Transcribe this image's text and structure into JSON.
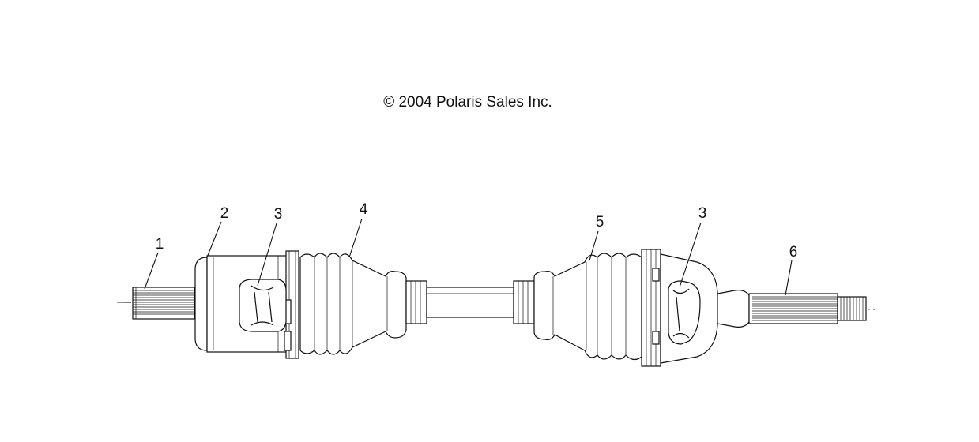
{
  "copyright": "© 2004 Polaris Sales Inc.",
  "callouts": [
    {
      "id": "1",
      "label": "1"
    },
    {
      "id": "2",
      "label": "2"
    },
    {
      "id": "3a",
      "label": "3"
    },
    {
      "id": "4",
      "label": "4"
    },
    {
      "id": "5",
      "label": "5"
    },
    {
      "id": "3b",
      "label": "3"
    },
    {
      "id": "6",
      "label": "6"
    }
  ]
}
